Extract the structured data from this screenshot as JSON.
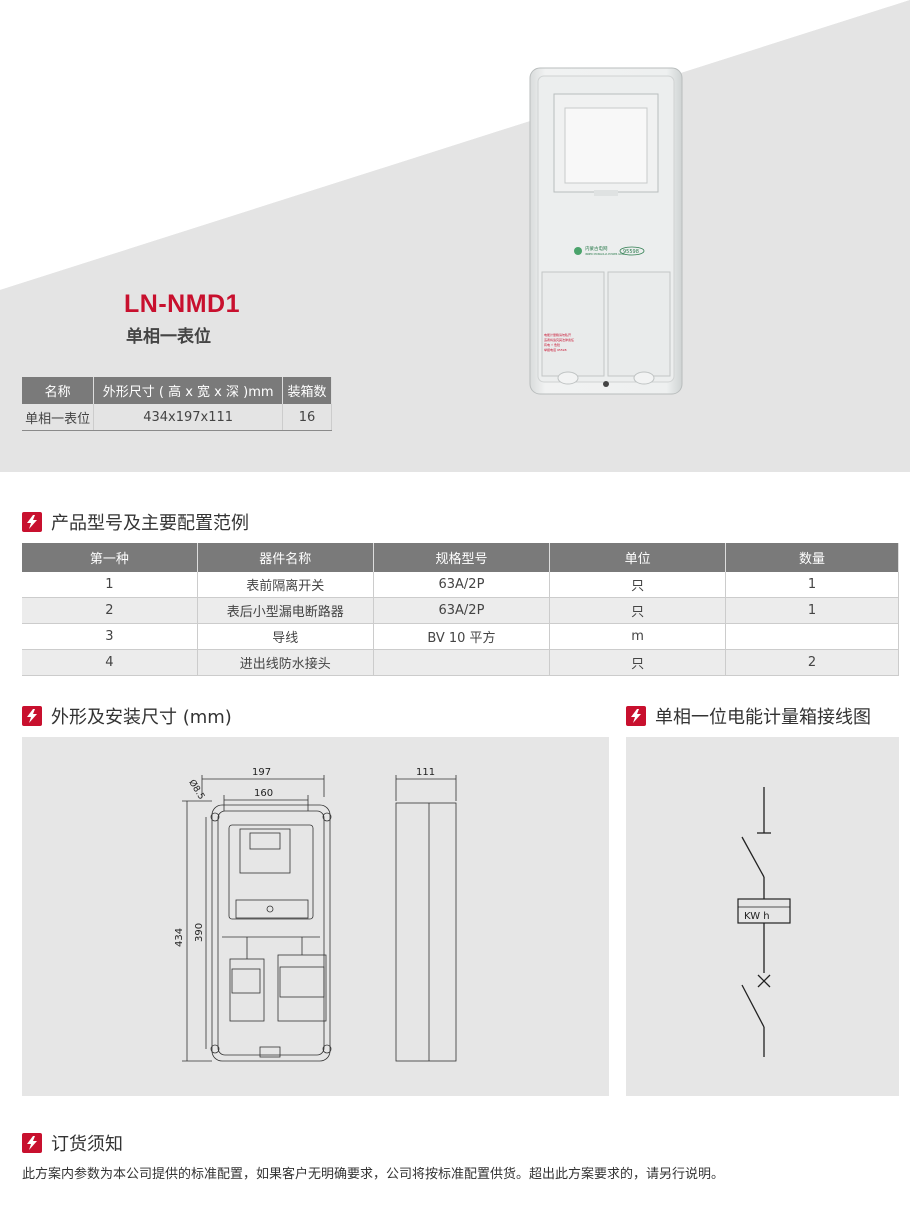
{
  "product": {
    "model": "LN-NMD1",
    "name": "单相一表位"
  },
  "spec_table": {
    "headers": [
      "名称",
      "外形尺寸 ( 高 x 宽 x 深 )mm",
      "装箱数"
    ],
    "row": [
      "单相一表位",
      "434x197x111",
      "16"
    ]
  },
  "product_image": {
    "brand_text": "内蒙古电网",
    "brand_sub": "INNER MONGOLIA POWER GRID",
    "warning": [
      "电能计量箱请勿私开",
      "违者将追究其法律责任",
      "有电 ⚡ 危险",
      "举报电话 95598"
    ]
  },
  "section_config": {
    "title": "产品型号及主要配置范例",
    "headers": [
      "第一种",
      "器件名称",
      "规格型号",
      "单位",
      "数量"
    ],
    "rows": [
      [
        "1",
        "表前隔离开关",
        "63A/2P",
        "只",
        "1"
      ],
      [
        "2",
        "表后小型漏电断路器",
        "63A/2P",
        "只",
        "1"
      ],
      [
        "3",
        "导线",
        "BV 10 平方",
        "m",
        ""
      ],
      [
        "4",
        "进出线防水接头",
        "",
        "只",
        "2"
      ]
    ]
  },
  "section_dims": {
    "title": "外形及安装尺寸 (mm)",
    "labels": {
      "width": "197",
      "inner_width": "160",
      "hole": "Ø8.5",
      "height": "434",
      "inner_height": "390",
      "depth": "111"
    }
  },
  "section_wiring": {
    "title": "单相一位电能计量箱接线图",
    "meter_label": "KW h"
  },
  "section_order": {
    "title": "订货须知",
    "text": "此方案内参数为本公司提供的标准配置，如果客户无明确要求，公司将按标准配置供货。超出此方案要求的，请另行说明。"
  },
  "colors": {
    "accent": "#c8102e",
    "header_gray": "#7a7a7a",
    "panel_gray": "#e6e6e6"
  }
}
